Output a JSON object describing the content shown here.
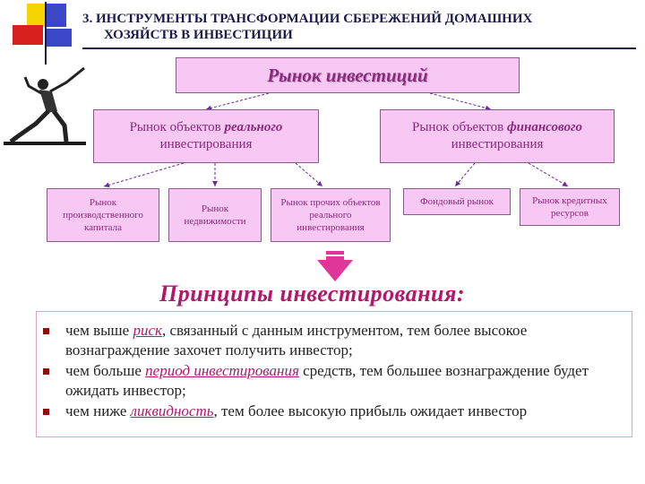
{
  "header": {
    "title_line1": "3. ИНСТРУМЕНТЫ ТРАНСФОРМАЦИИ СБЕРЕЖЕНИЙ ДОМАШНИХ",
    "title_line2": "ХОЗЯЙСТВ В ИНВЕСТИЦИИ"
  },
  "diagram": {
    "root": "Рынок инвестиций",
    "level2": [
      {
        "pre": "Рынок объектов ",
        "hl": "реального",
        "post": " инвестирования"
      },
      {
        "pre": "Рынок объектов ",
        "hl": "финансового",
        "post": " инвестирования"
      }
    ],
    "level3": [
      "Рынок производственного капитала",
      "Рынок недвижимости",
      "Рынок прочих объектов реального инвестирования",
      "Фондовый рынок",
      "Рынок кредитных ресурсов"
    ]
  },
  "principles": {
    "heading": "Принципы инвестирования:",
    "items": [
      {
        "pre": "чем выше ",
        "kw": "риск",
        "post": ", связанный с данным инструментом, тем более высокое вознаграждение захочет получить инвестор;"
      },
      {
        "pre": "чем больше ",
        "kw": "период инвестирования",
        "post": " средств, тем большее вознаграждение будет ожидать инвестор;"
      },
      {
        "pre": "чем ниже ",
        "kw": "ликвидность",
        "post": ", тем более высокую прибыль ожидает инвестор"
      }
    ]
  },
  "colors": {
    "box_fill": "#f8c8f4",
    "box_text": "#8a2a7a",
    "accent": "#b4176a",
    "arrow": "#6a2aa0"
  }
}
